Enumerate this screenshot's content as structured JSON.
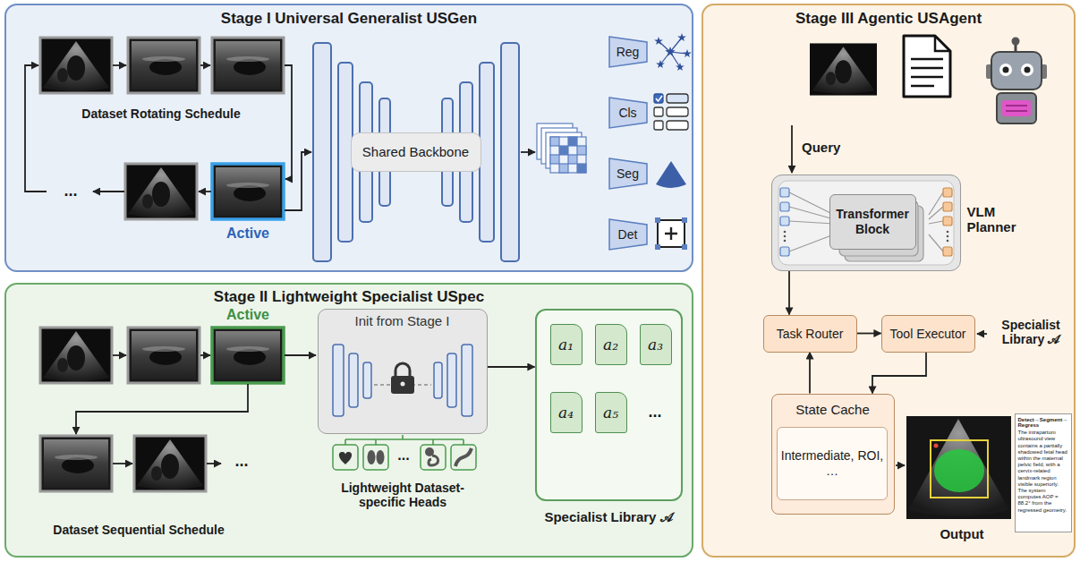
{
  "diagram": {
    "nodes": [
      {
        "text": [
          "Stage I Universal Generalist USGen"
        ]
      },
      {
        "text": [
          "Shared Backbone"
        ],
        "in": 0
      },
      {
        "text": [
          "Reg"
        ],
        "in": 0
      },
      {
        "text": [
          "Cls"
        ],
        "in": 0
      },
      {
        "text": [
          "Seg"
        ],
        "in": 0
      },
      {
        "text": [
          "Det"
        ],
        "in": 0
      },
      {
        "text": [
          "Stage II Lightweight Specialist USpec"
        ]
      },
      {
        "text": [
          "Init from Stage I"
        ],
        "in": 6
      },
      {
        "text": [
          "Specialist Library 𝒜"
        ],
        "in": 6
      },
      {
        "text": [
          "a₁"
        ],
        "in": 8
      },
      {
        "text": [
          "a₂"
        ],
        "in": 8
      },
      {
        "text": [
          "a₃"
        ],
        "in": 8
      },
      {
        "text": [
          "a₄"
        ],
        "in": 8
      },
      {
        "text": [
          "a₅"
        ],
        "in": 8
      },
      {
        "text": [
          "Stage III Agentic USAgent"
        ]
      },
      {
        "text": [
          "VLM Planner"
        ],
        "in": 14
      },
      {
        "text": [
          "Transformer Block"
        ],
        "in": 15
      },
      {
        "text": [
          "Task Router"
        ],
        "in": 14
      },
      {
        "text": [
          "Tool Executor"
        ],
        "in": 14
      },
      {
        "text": [
          "State Cache"
        ],
        "in": 14
      },
      {
        "text": [
          "Intermediate, ROI, …"
        ],
        "in": 19
      },
      {
        "text": [
          "Detect→Segment→Regress",
          "The intrapartum ultrasound view contains a partially shadowed fetal head within the maternal pelvic field, with a cervix-related landmark region visible superiorly. The system computes AOP = 88.2° from the regressed geometry."
        ],
        "in": 14
      }
    ],
    "edges": [
      {
        "from": 7,
        "to": 8,
        "arrow": "to"
      },
      {
        "from": 15,
        "to": 17,
        "arrow": "to"
      },
      {
        "from": 17,
        "to": 18,
        "arrow": "to"
      },
      {
        "from": 18,
        "to": 19,
        "arrow": "to"
      },
      {
        "from": 19,
        "to": 17,
        "arrow": "to"
      }
    ],
    "labels": [
      "Dataset Rotating Schedule",
      "Active",
      "...",
      "Active",
      "Dataset Sequential Schedule",
      "...",
      "Lightweight Dataset-specific Heads",
      "...",
      "...",
      "Query",
      "Specialist Library 𝒜",
      "Output"
    ]
  }
}
